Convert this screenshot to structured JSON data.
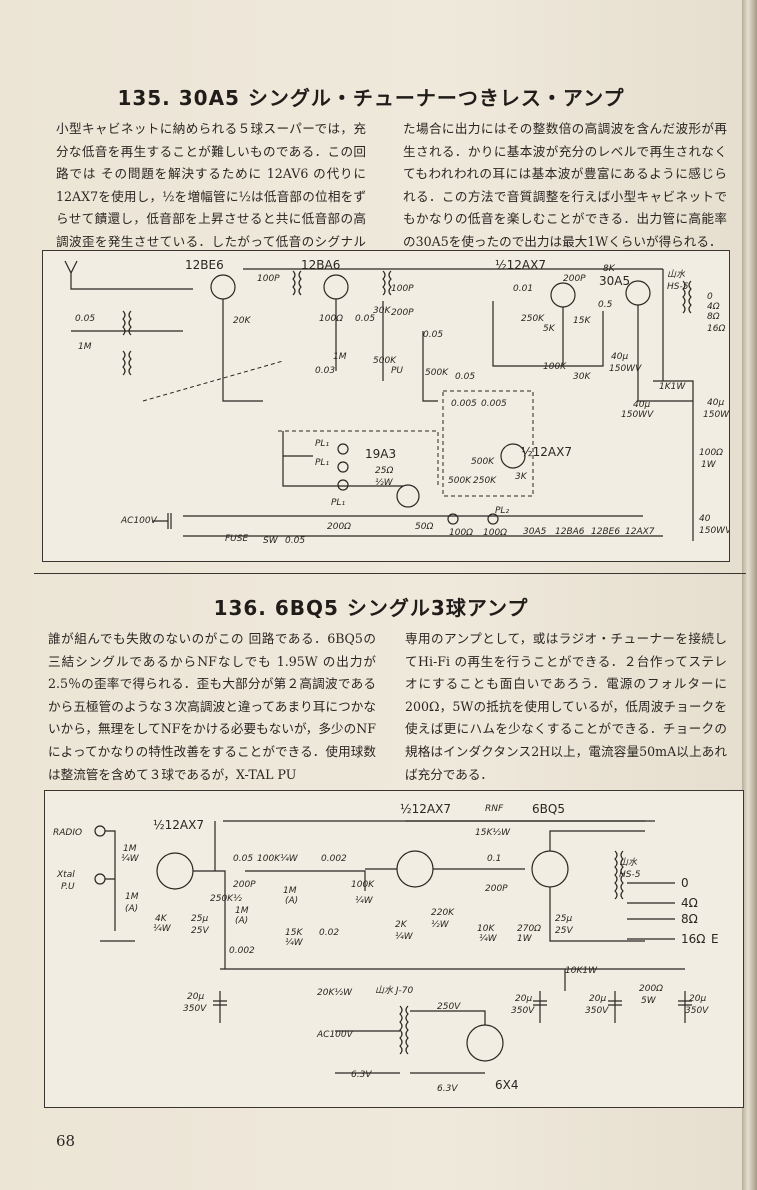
{
  "section135": {
    "title": "135. 30A5 シングル・チューナーつきレス・アンプ",
    "left_paragraph": "小型キャビネットに納められる５球スーパーでは，充分な低音を再生することが難しいものである．この回路では その問題を解決するために 12AV6 の代りに 12AX7を使用し，½を増幅管に½は低音部の位相をずらせて饋還し，低音部を上昇させると共に低音部の高調波歪を発生させている．したがって低音のシグナルがはいっ",
    "right_paragraph": "た場合に出力にはその整数倍の高調波を含んだ波形が再生される．かりに基本波が充分のレベルで再生されなくてもわれわれの耳には基本波が豊富にあるように感じられる．この方法で音質調整を行えば小型キャビネットでもかなりの低音を楽しむことができる．出力管に高能率の30A5を使ったので出力は最大1Wくらいが得られる．",
    "circuit_labels": {
      "tube1": "12BE6",
      "tube2": "12BA6",
      "tube3": "½12AX7",
      "tube4": "30A5",
      "tube5": "½12AX7",
      "tube6": "19A3",
      "trans": "山水",
      "trans_model": "HS-5",
      "ac": "AC100V",
      "fuse": "FUSE",
      "sw": "SW",
      "c1": "0.05",
      "r1": "1M",
      "c2": "100P",
      "r2": "20K",
      "c3": "0.03",
      "r3": "100Ω",
      "r4": "1M",
      "c4": "0.05",
      "r5": "30K",
      "c5": "200P",
      "c6": "100P",
      "r6": "500K",
      "pu": "PU",
      "c7": "0.05",
      "r7": "500K",
      "c8": "0.05",
      "c9": "0.01",
      "r8": "250K",
      "r9": "5K",
      "c10": "200P",
      "r10": "8K",
      "r11": "15K",
      "c11": "0.5",
      "r12": "100K",
      "c12": "40μ",
      "v12": "150WV",
      "r13": "30K",
      "r14": "1K1W",
      "c13": "40μ",
      "v13": "150WV",
      "c14": "40μ",
      "v14": "150WV",
      "r15": "100Ω",
      "w15": "1W",
      "c15": "40",
      "v15": "150WV",
      "o0": "0",
      "o4": "4Ω",
      "o8": "8Ω",
      "o16": "16Ω",
      "c16": "0.005",
      "c17": "0.005",
      "r16": "500K",
      "r17": "250K",
      "r18": "3K",
      "r19": "500K",
      "pl1": "PL₁",
      "pl2": "PL₁",
      "pl3": "PL₁",
      "pl4": "PL₂",
      "r20": "25Ω",
      "w20": "½W",
      "r21": "200Ω",
      "r22": "50Ω",
      "r23": "100Ω",
      "r24": "100Ω",
      "h1": "30A5",
      "h2": "12BA6",
      "h3": "12BE6",
      "h4": "12AX7",
      "c18": "0.05"
    }
  },
  "section136": {
    "title": "136. 6BQ5 シングル3球アンプ",
    "left_paragraph": "誰が組んでも失敗のないのがこの 回路である．6BQ5の三結シングルであるからNFなしでも 1.95W の出力が 2.5％の歪率で得られる．歪も大部分が第２高調波であるから五極管のような３次高調波と違ってあまり耳につかないから，無理をしてNFをかける必要もないが，多少のNFによってかなりの特性改善をすることができる．使用球数は整流管を含めて３球であるが，X-TAL PU",
    "right_paragraph": "専用のアンプとして，或はラジオ・チューナーを接続してHi-Fi の再生を行うことができる．２台作ってステレオにすることも面白いであろう．電源のフォルターに200Ω，5Wの抵抗を使用しているが，低周波チョークを使えば更にハムを少なくすることができる．チョークの規格はインダクタンス2H以上，電流容量50mA以上あれば充分である．",
    "circuit_labels": {
      "radio": "RADIO",
      "xtal": "Xtal",
      "pu": "P.U",
      "tube1": "½12AX7",
      "tube2": "½12AX7",
      "tube3": "6BQ5",
      "rnf": "RNF",
      "rnf_val": "15K½W",
      "r1": "1M",
      "w1": "¼W",
      "r2": "1M",
      "a2": "(A)",
      "r3": "4K",
      "w3": "¼W",
      "c3": "25μ",
      "v3": "25V",
      "r4": "250K½",
      "c5": "0.05",
      "c6": "200P",
      "r7": "100K¼W",
      "c8": "0.002",
      "r9": "1M",
      "a9": "(A)",
      "r10": "1M",
      "a10": "(A)",
      "c11": "0.002",
      "r12": "15K",
      "w12": "¼W",
      "c13": "0.02",
      "r14": "100K",
      "w14": "¼W",
      "r15": "2K",
      "w15": "¼W",
      "r16": "220K",
      "w16": "½W",
      "c17": "0.1",
      "c18": "200P",
      "r19": "10K",
      "w19": "¼W",
      "r20": "270Ω",
      "w20": "1W",
      "c21": "25μ",
      "v21": "25V",
      "trans": "山水",
      "trans_model": "HS-5",
      "o0": "0",
      "o4": "4Ω",
      "o8": "8Ω",
      "o16": "16Ω",
      "e": "E",
      "c22": "20μ",
      "v22": "350V",
      "r23": "20K½W",
      "pt": "山水 J-70",
      "ac": "AC100V",
      "v250": "250V",
      "v63a": "6.3V",
      "v63b": "6.3V",
      "rect": "6X4",
      "c24": "20μ",
      "v24": "350V",
      "c25": "20μ",
      "v25": "350V",
      "r26": "10K1W",
      "r27": "200Ω",
      "w27": "5W",
      "c28": "20μ",
      "v28": "350V"
    }
  },
  "page_number": "68"
}
